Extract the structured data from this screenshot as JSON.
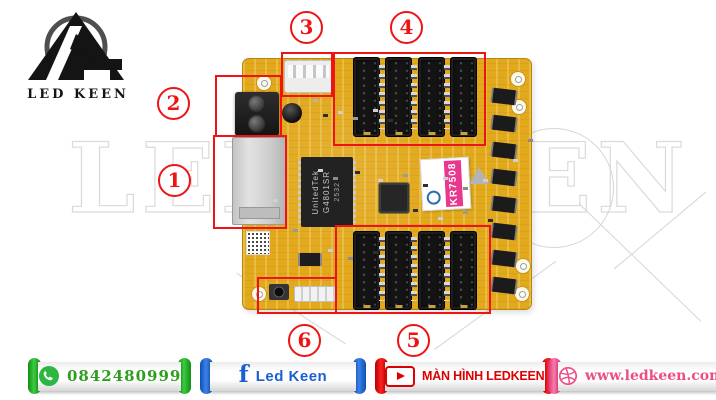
{
  "logo": {
    "name": "LED KEEN"
  },
  "watermark": {
    "text": "LED KEEN"
  },
  "callouts": [
    {
      "n": "1"
    },
    {
      "n": "2"
    },
    {
      "n": "3"
    },
    {
      "n": "4"
    },
    {
      "n": "5"
    },
    {
      "n": "6"
    }
  ],
  "board": {
    "transformer": {
      "line1": "UnitedTek",
      "line2": "G4801SR",
      "line3": "2532"
    },
    "model_label": "KR7508"
  },
  "contacts": [
    {
      "platform": "whatsapp",
      "icon": "whatsapp-icon",
      "text": "0842480999",
      "color": "#2f9e1f"
    },
    {
      "platform": "facebook",
      "icon": "facebook-f-icon",
      "icon_glyph": "f",
      "text": "Led Keen",
      "color": "#1a5fd0"
    },
    {
      "platform": "youtube",
      "icon": "youtube-play-icon",
      "text": "MÀN HÌNH LEDKEEN",
      "color": "#dd0000"
    },
    {
      "platform": "dribbble",
      "icon": "dribbble-ball-icon",
      "text": "www.ledkeen.com",
      "color": "#ec4d86"
    }
  ],
  "colors": {
    "annotation_red": "#ee1414",
    "pcb_yellow": "#e2a91d",
    "label_pink": "#e8378d"
  }
}
